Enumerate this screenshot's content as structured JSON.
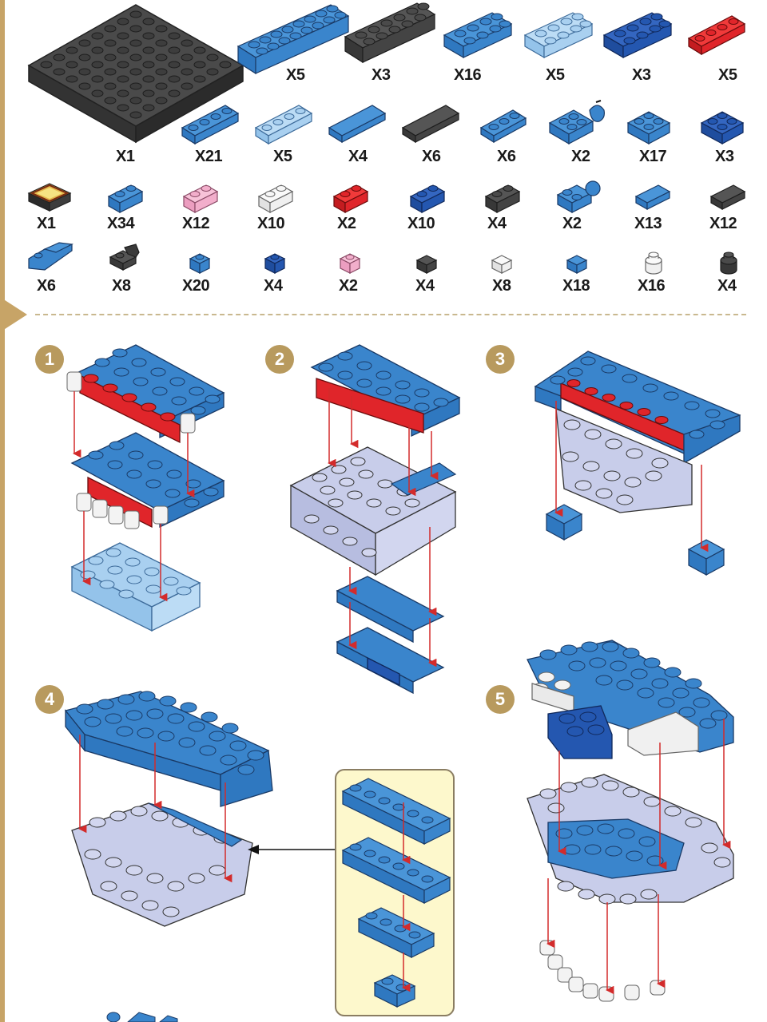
{
  "colors": {
    "accent_gold": "#c7a467",
    "badge_gold": "#b89a5e",
    "divider": "#c9b88f",
    "brick_blue": "#3a85cc",
    "brick_dark_blue": "#2457b0",
    "brick_light_blue": "#a9d0f0",
    "brick_lavender": "#c8cdea",
    "brick_red": "#e0252a",
    "brick_black": "#404040",
    "brick_white": "#f3f3f3",
    "brick_pink": "#f2aecb",
    "arrow_red": "#d32b2b",
    "subassembly_bg": "#fdf8cc"
  },
  "parts": {
    "row1": [
      {
        "piece": "black-16x16-baseplate",
        "qty": "X1"
      },
      {
        "piece": "blue-2x8-brick",
        "qty": "X5"
      },
      {
        "piece": "black-2x6-brick",
        "qty": "X3"
      },
      {
        "piece": "blue-2x4-brick",
        "qty": "X16"
      },
      {
        "piece": "light-blue-2x4-brick",
        "qty": "X5"
      },
      {
        "piece": "dark-blue-2x4-brick",
        "qty": "X3"
      },
      {
        "piece": "red-1x4-brick",
        "qty": "X5"
      }
    ],
    "row2": [
      {
        "piece": "blue-1x4-brick",
        "qty": "X21"
      },
      {
        "piece": "light-blue-1x4-brick",
        "qty": "X5"
      },
      {
        "piece": "blue-1x4-tile",
        "qty": "X4"
      },
      {
        "piece": "black-1x4-tile",
        "qty": "X6"
      },
      {
        "piece": "blue-1x3-brick",
        "qty": "X6"
      },
      {
        "piece": "blue-2x2-brick-with-clip",
        "qty": "X2"
      },
      {
        "piece": "blue-2x2-brick",
        "qty": "X17"
      },
      {
        "piece": "dark-blue-2x2-brick",
        "qty": "X3"
      }
    ],
    "row3": [
      {
        "piece": "printed-1x1-tile",
        "qty": "X1"
      },
      {
        "piece": "blue-1x2-brick",
        "qty": "X34"
      },
      {
        "piece": "pink-1x2-brick",
        "qty": "X12"
      },
      {
        "piece": "white-1x2-brick",
        "qty": "X10"
      },
      {
        "piece": "red-1x2-brick",
        "qty": "X2"
      },
      {
        "piece": "dark-blue-1x2-brick",
        "qty": "X10"
      },
      {
        "piece": "black-1x2-brick",
        "qty": "X4"
      },
      {
        "piece": "blue-1x2-brick-with-ball",
        "qty": "X2"
      },
      {
        "piece": "blue-1x2-tile",
        "qty": "X13"
      },
      {
        "piece": "black-1x2-tile",
        "qty": "X12"
      }
    ],
    "row4": [
      {
        "piece": "blue-slope-brick",
        "qty": "X6"
      },
      {
        "piece": "black-1x1-bracket",
        "qty": "X8"
      },
      {
        "piece": "blue-1x1-brick",
        "qty": "X20"
      },
      {
        "piece": "dark-blue-1x1-brick",
        "qty": "X4"
      },
      {
        "piece": "pink-1x1-brick",
        "qty": "X2"
      },
      {
        "piece": "black-1x1-tile",
        "qty": "X4"
      },
      {
        "piece": "white-1x1-tile",
        "qty": "X8"
      },
      {
        "piece": "blue-1x1-tile",
        "qty": "X18"
      },
      {
        "piece": "white-1x1-round",
        "qty": "X16"
      },
      {
        "piece": "black-1x1-round",
        "qty": "X4"
      }
    ]
  },
  "steps": [
    {
      "number": "1"
    },
    {
      "number": "2"
    },
    {
      "number": "3"
    },
    {
      "number": "4"
    },
    {
      "number": "5"
    }
  ]
}
